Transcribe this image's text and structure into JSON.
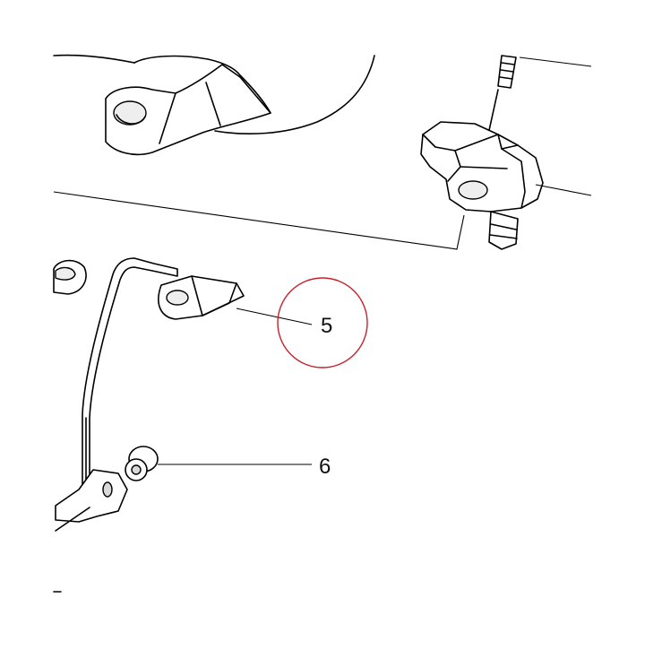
{
  "callouts": [
    {
      "id": "5",
      "label": "5",
      "highlighted": true
    },
    {
      "id": "6",
      "label": "6",
      "highlighted": false
    }
  ],
  "colors": {
    "line": "#000000",
    "highlight_circle": "#c8202a",
    "background": "#ffffff"
  }
}
